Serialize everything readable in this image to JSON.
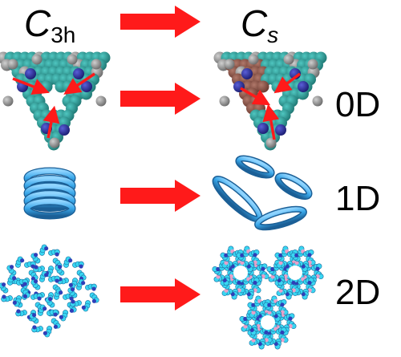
{
  "header": {
    "left_symbol": "C",
    "left_subscript": "3h",
    "right_symbol": "C",
    "right_subscript": "s"
  },
  "rows": [
    {
      "label": "0D"
    },
    {
      "label": "1D"
    },
    {
      "label": "2D"
    }
  ],
  "colors": {
    "arrow": "#ff1a1a",
    "teal": "#2a9a96",
    "teal_dark": "#1f7773",
    "blue_atom": "#2c2f9c",
    "grey_atom": "#9a9a9a",
    "brown": "#8a5a4a",
    "ring_blue": "#38a6e8",
    "ring_dark": "#1b5f96",
    "lattice_cyan": "#39d6f2",
    "lattice_blue": "#2f3fb8",
    "lattice_pink": "#e8a0c8"
  }
}
